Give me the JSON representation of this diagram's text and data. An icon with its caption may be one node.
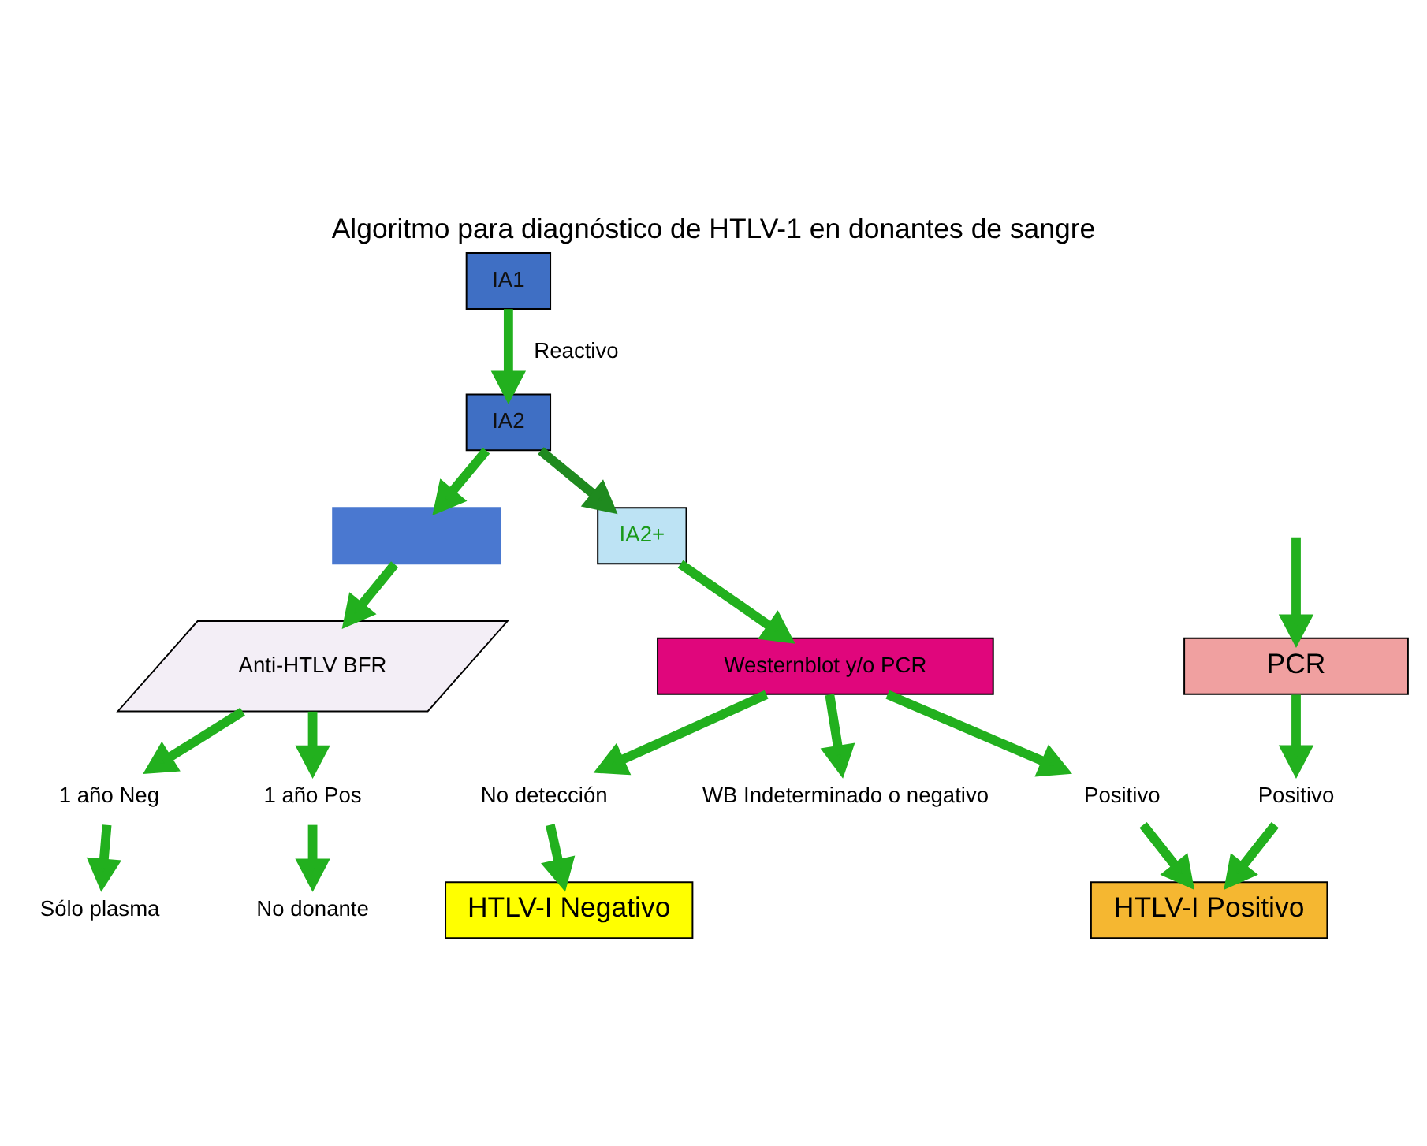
{
  "diagram": {
    "title": "Algoritmo para diagnóstico de HTLV-1 en donantes de sangre",
    "nodes": [
      {
        "text": [
          "IA1"
        ]
      },
      {
        "text": [
          "IA2"
        ]
      },
      {
        "text": [],
        "shape": "box"
      },
      {
        "text": [
          "IA2+"
        ]
      },
      {
        "text": [
          "Anti-HTLV BFR"
        ]
      },
      {
        "text": [
          "Westernblot y/o PCR"
        ]
      },
      {
        "text": [
          "1 año Neg"
        ]
      },
      {
        "text": [
          "1 año Pos"
        ]
      },
      {
        "text": [
          "Sólo plasma"
        ]
      },
      {
        "text": [
          "No donante"
        ]
      },
      {
        "text": [
          "No detección"
        ]
      },
      {
        "text": [
          "HTLV-I Negativo"
        ]
      },
      {
        "text": [
          "WB Indeterminado o negativo"
        ]
      },
      {
        "text": [
          "Positivo"
        ]
      },
      {
        "text": [
          "HTLV-I Positivo"
        ]
      },
      {
        "text": [
          "PCR"
        ]
      },
      {
        "text": [
          "Positivo"
        ]
      }
    ],
    "edges": [
      {
        "from": 0,
        "to": 1,
        "arrow": "to",
        "label": "Reactivo"
      },
      {
        "from": 1,
        "to": 2,
        "arrow": "to"
      },
      {
        "from": 1,
        "to": 3,
        "arrow": "to",
        "color": "#1f8a1f"
      },
      {
        "from": 2,
        "to": 4,
        "arrow": "to"
      },
      {
        "from": 3,
        "to": 5,
        "arrow": "to"
      },
      {
        "from": 4,
        "to": 6,
        "arrow": "to"
      },
      {
        "from": 4,
        "to": 7,
        "arrow": "to"
      },
      {
        "from": 6,
        "to": 8,
        "arrow": "to"
      },
      {
        "from": 7,
        "to": 9,
        "arrow": "to"
      },
      {
        "from": 5,
        "to": 10,
        "arrow": "to"
      },
      {
        "from": 10,
        "to": 11,
        "arrow": "to"
      },
      {
        "from": 5,
        "to": 12,
        "arrow": "to"
      },
      {
        "from": 5,
        "to": 13,
        "arrow": "to"
      },
      {
        "from": 13,
        "to": 14,
        "arrow": "to"
      },
      {
        "from": 15,
        "to": 16,
        "arrow": "to"
      },
      {
        "from": 16,
        "to": 14,
        "arrow": "to"
      },
      {
        "from": null,
        "to": 15,
        "arrow": "to"
      }
    ]
  }
}
